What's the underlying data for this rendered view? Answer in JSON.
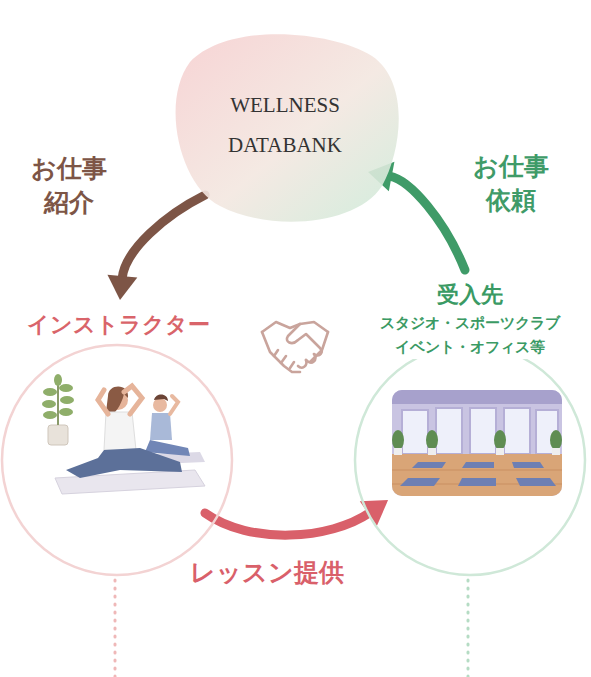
{
  "diagram": {
    "nodes": [
      {
        "text": [
          "WELLNESS DATABANK"
        ]
      },
      {
        "text": [
          "インストラクター"
        ]
      },
      {
        "text": [
          "受入先",
          "スタジオ・スポーツクラブ イベント・オフィス等"
        ]
      }
    ],
    "edges": [
      {
        "from": 0,
        "to": 1,
        "label": "お仕事 紹介",
        "arrow": "to"
      },
      {
        "from": 2,
        "to": 0,
        "label": "お仕事 依頼",
        "arrow": "to"
      },
      {
        "from": 1,
        "to": 2,
        "label": "レッスン提供",
        "arrow": "to"
      }
    ]
  }
}
